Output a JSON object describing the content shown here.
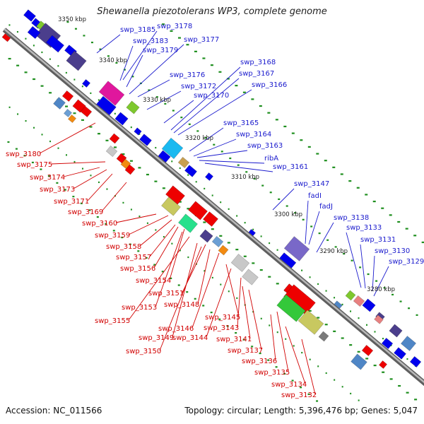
{
  "title": "Shewanella piezotolerans WP3, complete genome",
  "footer": {
    "accession": "Accession: NC_011566",
    "summary": "Topology: circular; Length: 5,396,476 bp; Genes: 5,047"
  },
  "colors": {
    "forward_label": "#1a1acd",
    "reverse_label": "#d10000",
    "forward_gene": "#0000ee",
    "reverse_gene": "#ee0000",
    "backbone": "#888888",
    "tick": "#1f8f1f"
  },
  "kbp_ticks": [
    "3350 kbp",
    "3340 kbp",
    "3330 kbp",
    "3320 kbp",
    "3310 kbp",
    "3300 kbp",
    "3290 kbp",
    "3280 kbp"
  ],
  "forward_labels": [
    "swp_3185",
    "swp_3183",
    "swp_3179",
    "swp_3178",
    "swp_3177",
    "swp_3176",
    "swp_3172",
    "swp_3170",
    "swp_3168",
    "swp_3167",
    "swp_3166",
    "swp_3165",
    "swp_3164",
    "swp_3163",
    "ribA",
    "swp_3161",
    "swp_3147",
    "fadI",
    "fadJ",
    "swp_3138",
    "swp_3133",
    "swp_3131",
    "swp_3130",
    "swp_3129"
  ],
  "reverse_labels": [
    "swp_3180",
    "swp_3175",
    "swp_3174",
    "swp_3173",
    "swp_3171",
    "swp_3169",
    "swp_3160",
    "swp_3159",
    "swp_3158",
    "swp_3157",
    "swp_3156",
    "swp_3154",
    "swp_3151",
    "swp_3153",
    "swp_3148",
    "swp_3155",
    "swp_3146",
    "swp_3145",
    "swp_3149",
    "swp_3144",
    "swp_3143",
    "swp_3150",
    "swp_3141",
    "swp_3137",
    "swp_3136",
    "swp_3135",
    "swp_3134",
    "swp_3132"
  ]
}
